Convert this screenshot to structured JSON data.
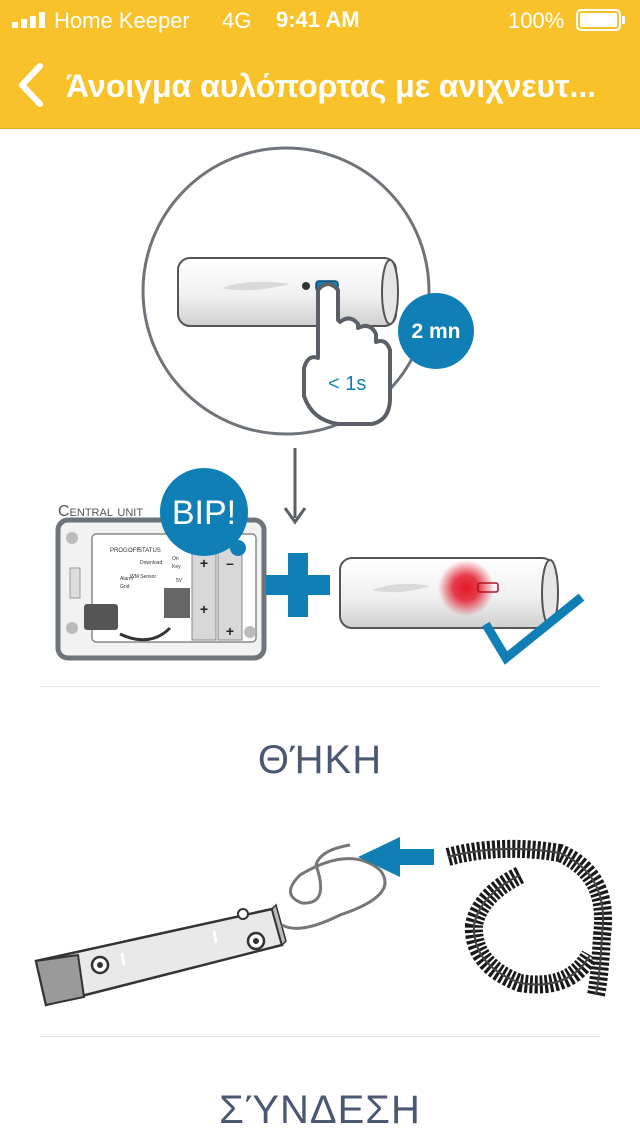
{
  "status": {
    "carrier": "Home Keeper",
    "network": "4G",
    "time": "9:41 AM",
    "battery": "100%",
    "battery_level": 1.0
  },
  "nav": {
    "title": "Άνοιγμα αυλόπορτας με ανιχνευτ...",
    "back_icon": "chevron-left-icon"
  },
  "illustration": {
    "badge_time": "2 mn",
    "press_label": "< 1s",
    "bip_label": "BIP!",
    "central_unit_label": "Central unit",
    "panel_labels": [
      "PROG",
      "OFF",
      "STATUS",
      "On",
      "Key",
      "Download",
      "Alarm",
      "WM Sensor",
      "5V",
      "Gnd"
    ]
  },
  "sections": [
    {
      "title": "ΘΉΚΗ"
    },
    {
      "title": "ΣΎΝΔΕΣΗ"
    }
  ],
  "colors": {
    "header": "#f9c22b",
    "accent_blue": "#0f7fb6",
    "text_section": "#4b5873",
    "led_red": "#e3192a"
  }
}
